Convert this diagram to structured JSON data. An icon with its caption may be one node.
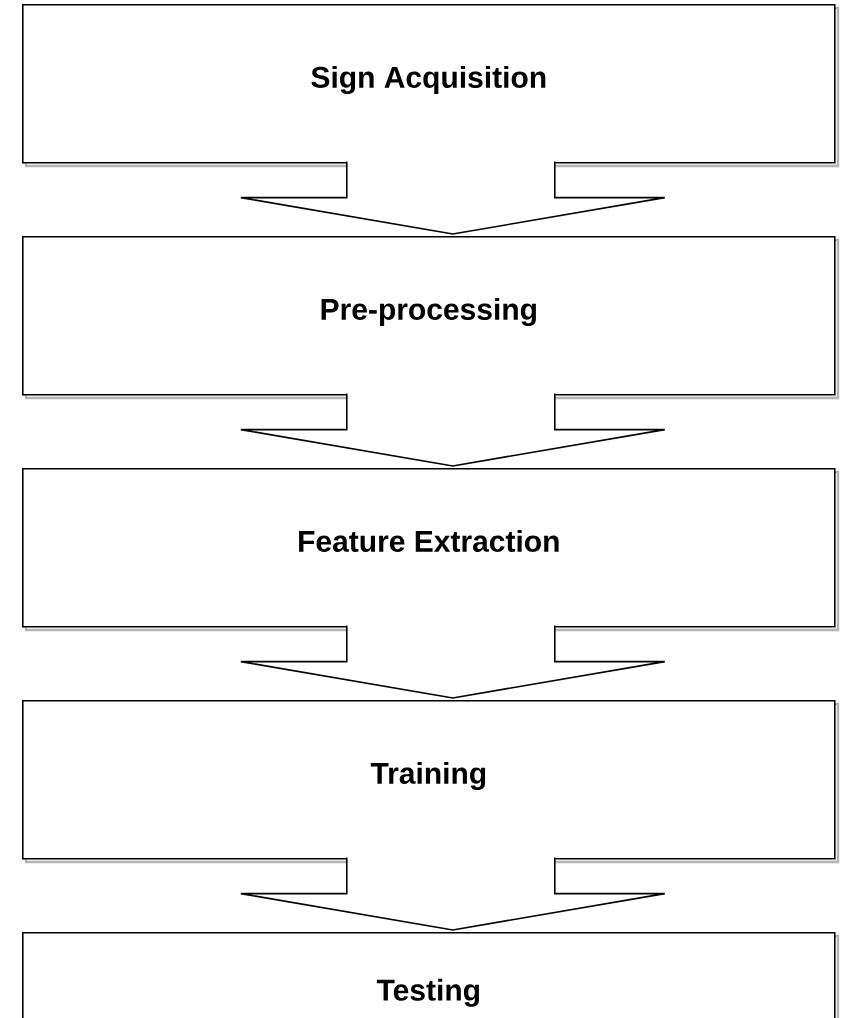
{
  "diagram": {
    "nodes": [
      {
        "text": [
          "Sign Acquisition"
        ]
      },
      {
        "text": [
          "Pre-processing"
        ]
      },
      {
        "text": [
          "Feature Extraction"
        ]
      },
      {
        "text": [
          "Training"
        ]
      },
      {
        "text": [
          "Testing"
        ]
      }
    ],
    "edges": [
      {
        "from": 0,
        "to": 1,
        "arrow": "to"
      },
      {
        "from": 1,
        "to": 2,
        "arrow": "to"
      },
      {
        "from": 2,
        "to": 3,
        "arrow": "to"
      },
      {
        "from": 3,
        "to": 4,
        "arrow": "to"
      }
    ]
  }
}
